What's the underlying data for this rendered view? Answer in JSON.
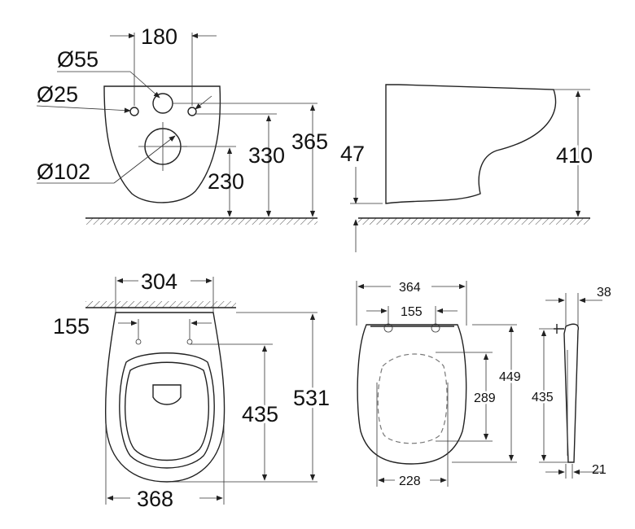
{
  "front_view": {
    "d_top": "180",
    "d_55": "Ø55",
    "d_25": "Ø25",
    "d_102": "Ø102",
    "h_230": "230",
    "h_330": "330",
    "h_365": "365"
  },
  "side_view": {
    "h_47": "47",
    "h_410": "410"
  },
  "top_view": {
    "w_304": "304",
    "w_155": "155",
    "w_368": "368",
    "l_435": "435",
    "l_531": "531"
  },
  "seat_view": {
    "w_364": "364",
    "w_155": "155",
    "l_449": "449",
    "l_289": "289",
    "w_228": "228"
  },
  "seat_side_view": {
    "t_38": "38",
    "l_435": "435",
    "t_21": "21"
  }
}
